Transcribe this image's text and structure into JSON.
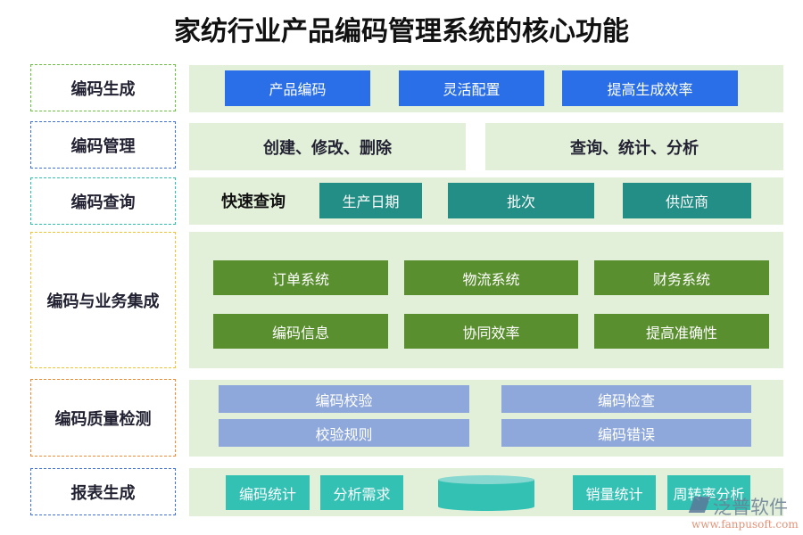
{
  "title": "家纺行业产品编码管理系统的核心功能",
  "rows": [
    {
      "label": "编码生成",
      "items": [
        "产品编码",
        "灵活配置",
        "提高生成效率"
      ]
    },
    {
      "label": "编码管理",
      "items": [
        "创建、修改、删除",
        "查询、统计、分析"
      ]
    },
    {
      "label": "编码查询",
      "lead": "快速查询",
      "items": [
        "生产日期",
        "批次",
        "供应商"
      ]
    },
    {
      "label": "编码与业务集成",
      "items": [
        "订单系统",
        "物流系统",
        "财务系统",
        "编码信息",
        "协同效率",
        "提高准确性"
      ]
    },
    {
      "label": "编码质量检测",
      "items": [
        "编码校验",
        "编码检查",
        "校验规则",
        "编码错误"
      ]
    },
    {
      "label": "报表生成",
      "items": [
        "编码统计",
        "分析需求",
        "销量统计",
        "周转率分析"
      ]
    }
  ],
  "logo": {
    "name": "泛普软件",
    "url": "www.fanpusoft.com"
  },
  "colors": {
    "blue": "#2a6fe8",
    "teal": "#238e85",
    "green": "#5a8f2f",
    "periwinkle": "#8fa8dc",
    "aqua": "#33c1b4",
    "panel": "#e3f0d9"
  }
}
